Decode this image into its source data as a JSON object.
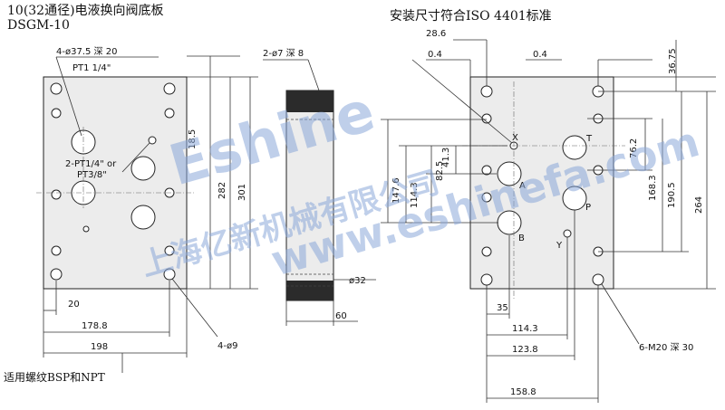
{
  "header": {
    "title": "10(32通径)电液换向阀底板",
    "model": "DSGM-10",
    "standard": "安装尺寸符合ISO 4401标准",
    "footer": "适用螺纹BSP和NPT"
  },
  "watermark": {
    "brand": "Eshine",
    "url": "www.eshinefa.com",
    "company": "上海亿新机械有限公司"
  },
  "left_view": {
    "callout_top": "4-ø37.5 深 20",
    "callout_thread": "PT1 1/4\"",
    "callout_port_1": "2-PT1/4\" or",
    "callout_port_2": "PT3/8\"",
    "callout_holes": "4-ø9",
    "dims": {
      "d20": "20",
      "d178_8": "178.8",
      "d198": "198",
      "d18_5": "18.5",
      "d282": "282",
      "d301": "301"
    }
  },
  "middle_view": {
    "callout_top": "2-ø7 深 8",
    "callout_dia": "ø32",
    "dim_width": "60"
  },
  "right_view": {
    "ports": {
      "x": "X",
      "t": "T",
      "a": "A",
      "p": "P",
      "b": "B",
      "y": "Y"
    },
    "callout_thread": "6-M20 深 30",
    "dims": {
      "d28_6": "28.6",
      "d0_4_left": "0.4",
      "d0_4_right": "0.4",
      "d36_75": "36.75",
      "d147_6": "147.6",
      "d114_3_v": "114.3",
      "d82_5": "82.5",
      "d41_3": "41.3",
      "d76_2": "76.2",
      "d168_3": "168.3",
      "d190_5": "190.5",
      "d264": "264",
      "d35": "35",
      "d114_3_h": "114.3",
      "d123_8": "123.8",
      "d158_8": "158.8"
    }
  }
}
